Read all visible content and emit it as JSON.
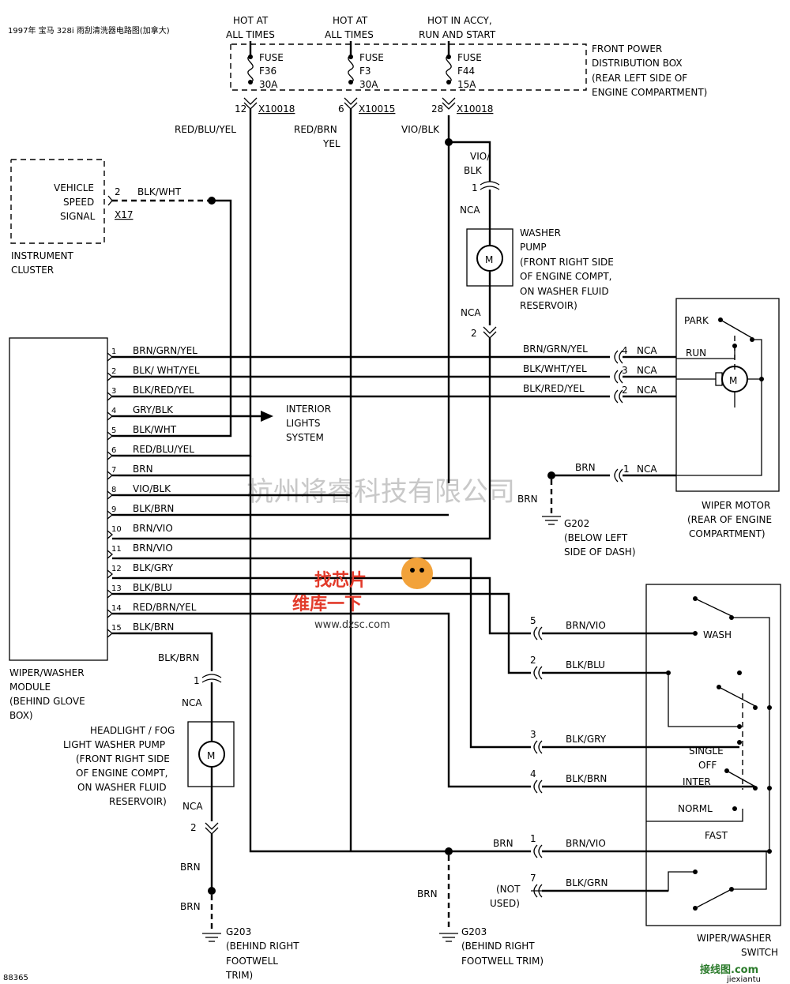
{
  "header": {
    "title": "1997年 宝马 328i 雨刮清洗器电路图(加拿大)",
    "figure_id": "88365"
  },
  "fuse_box": {
    "label": [
      "FRONT POWER",
      "DISTRIBUTION BOX",
      "(REAR LEFT SIDE OF",
      "ENGINE COMPARTMENT)"
    ],
    "fuses": [
      {
        "hot": [
          "HOT AT",
          "ALL TIMES"
        ],
        "fuse": [
          "FUSE",
          "F36",
          "30A"
        ],
        "pin": "12",
        "connector": "X10018"
      },
      {
        "hot": [
          "HOT AT",
          "ALL TIMES"
        ],
        "fuse": [
          "FUSE",
          "F3",
          "30A"
        ],
        "pin": "6",
        "connector": "X10015"
      },
      {
        "hot": [
          "HOT IN ACCY,",
          "RUN AND START"
        ],
        "fuse": [
          "FUSE",
          "F44",
          "15A"
        ],
        "pin": "28",
        "connector": "X10018"
      }
    ],
    "wires": [
      "RED/BLU/YEL",
      "RED/BRN",
      "YEL",
      "VIO/BLK"
    ]
  },
  "instrument_cluster": {
    "inner": [
      "VEHICLE",
      "SPEED",
      "SIGNAL"
    ],
    "label": [
      "INSTRUMENT",
      "CLUSTER"
    ],
    "pin": "2",
    "connector": "X17",
    "wire": "BLK/WHT"
  },
  "washer_pump": {
    "label": [
      "WASHER",
      "PUMP",
      "(FRONT RIGHT SIDE",
      "OF ENGINE COMPT,",
      "ON WASHER FLUID",
      "RESERVOIR)"
    ],
    "in_wire": [
      "VIO/",
      "BLK"
    ],
    "pin_top": "1",
    "pin_bottom": "2",
    "nca": "NCA",
    "motor": "M"
  },
  "module": {
    "label": [
      "WIPER/WASHER",
      "MODULE",
      "(BEHIND GLOVE",
      "BOX)"
    ],
    "pins": [
      {
        "num": "1",
        "wire": "BRN/GRN/YEL"
      },
      {
        "num": "2",
        "wire": "BLK/ WHT/YEL"
      },
      {
        "num": "3",
        "wire": "BLK/RED/YEL"
      },
      {
        "num": "4",
        "wire": "GRY/BLK"
      },
      {
        "num": "5",
        "wire": "BLK/WHT"
      },
      {
        "num": "6",
        "wire": "RED/BLU/YEL"
      },
      {
        "num": "7",
        "wire": "BRN"
      },
      {
        "num": "8",
        "wire": "VIO/BLK"
      },
      {
        "num": "9",
        "wire": "BLK/BRN"
      },
      {
        "num": "10",
        "wire": "BRN/VIO"
      },
      {
        "num": "11",
        "wire": "BRN/VIO"
      },
      {
        "num": "12",
        "wire": "BLK/GRY"
      },
      {
        "num": "13",
        "wire": "BLK/BLU"
      },
      {
        "num": "14",
        "wire": "RED/BRN/YEL"
      },
      {
        "num": "15",
        "wire": "BLK/BRN"
      }
    ],
    "interior": [
      "INTERIOR",
      "LIGHTS",
      "SYSTEM"
    ]
  },
  "wiper_motor": {
    "label": [
      "WIPER MOTOR",
      "(REAR OF ENGINE",
      "COMPARTMENT)"
    ],
    "park": "PARK",
    "run": "RUN",
    "motor": "M",
    "pins": [
      {
        "num": "4",
        "wire": "BRN/GRN/YEL",
        "nca": "NCA"
      },
      {
        "num": "3",
        "wire": "BLK/WHT/YEL",
        "nca": "NCA"
      },
      {
        "num": "2",
        "wire": "BLK/RED/YEL",
        "nca": "NCA"
      },
      {
        "num": "1",
        "wire": "BRN",
        "nca": "NCA"
      }
    ]
  },
  "ground_g202": {
    "wire": "BRN",
    "label": [
      "G202",
      "(BELOW LEFT",
      "SIDE OF DASH)"
    ]
  },
  "headlight_pump": {
    "label": [
      "HEADLIGHT / FOG",
      "LIGHT WASHER PUMP",
      "(FRONT RIGHT SIDE",
      "OF ENGINE COMPT,",
      "ON WASHER FLUID",
      "RESERVOIR)"
    ],
    "wire_top": "BLK/BRN",
    "pin_top": "1",
    "pin_bottom": "2",
    "nca": "NCA",
    "motor": "M",
    "wire_bottom": "BRN"
  },
  "ground_g203_left": {
    "wire": "BRN",
    "label": [
      "G203",
      "(BEHIND RIGHT",
      "FOOTWELL",
      "TRIM)"
    ]
  },
  "ground_g203_right": {
    "wire": "BRN",
    "label": [
      "G203",
      "(BEHIND RIGHT",
      "FOOTWELL TRIM)"
    ]
  },
  "wiper_switch": {
    "label": [
      "WIPER/WASHER",
      "SWITCH"
    ],
    "positions": [
      "WASH",
      "SINGLE",
      "OFF",
      "INTER",
      "NORML",
      "FAST"
    ],
    "pins": [
      {
        "num": "5",
        "wire": "BRN/VIO"
      },
      {
        "num": "2",
        "wire": "BLK/BLU"
      },
      {
        "num": "3",
        "wire": "BLK/GRY"
      },
      {
        "num": "4",
        "wire": "BLK/BRN"
      },
      {
        "num": "1",
        "wire": "BRN/VIO",
        "left_wire": "BRN"
      },
      {
        "num": "7",
        "wire": "BLK/GRN",
        "note": [
          "(NOT",
          "USED)"
        ]
      }
    ]
  },
  "watermark": {
    "company": "杭州将睿科技有限公司",
    "logo_top": "找芯片",
    "logo_mid": "维库一下",
    "logo_url": "www.dzsc.com",
    "corner": "接线图.com",
    "corner_sub": "jiexiantu"
  }
}
